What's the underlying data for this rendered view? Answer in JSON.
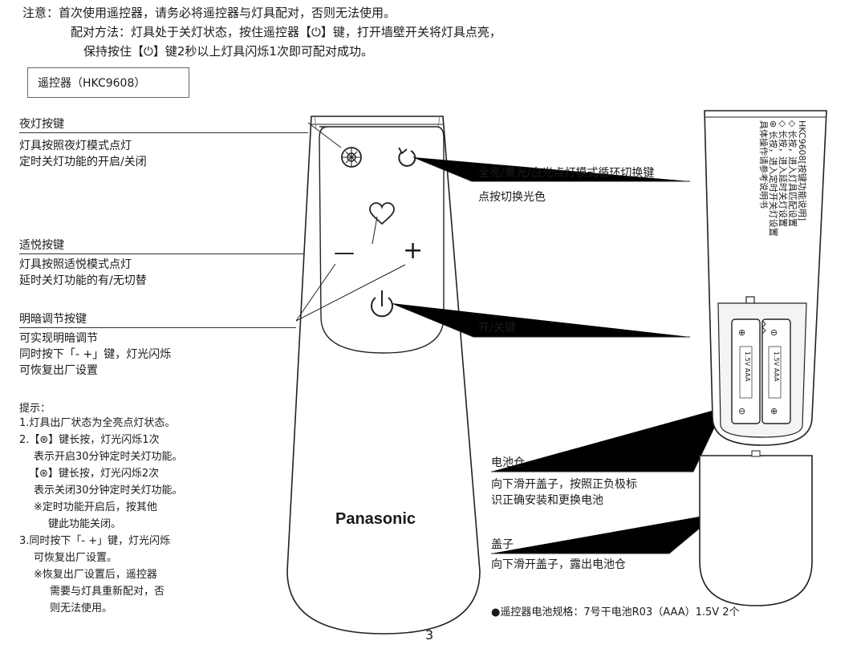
{
  "notice": {
    "line1": "注意：首次使用遥控器，请务必将遥控器与灯具配对，否则无法使用。",
    "line2": "配对方法：灯具处于关灯状态，按住遥控器【⏻】键，打开墙壁开关将灯具点亮，",
    "line3": "保持按住【⏻】键2秒以上灯具闪烁1次即可配对成功。"
  },
  "model_label": "遥控器（HKC9608）",
  "left_labels": {
    "night": {
      "title": "夜灯按键",
      "desc1": "灯具按照夜灯模式点灯",
      "desc2": "定时关灯功能的开启/关闭"
    },
    "comfort": {
      "title": "适悦按键",
      "desc1": "灯具按照适悦模式点灯",
      "desc2": "延时关灯功能的有/无切替"
    },
    "dimming": {
      "title": "明暗调节按键",
      "desc1": "可实现明暗调节",
      "desc2": "同时按下「- +」键，灯光闪烁",
      "desc3": "可恢复出厂设置"
    }
  },
  "tips": {
    "title": "提示：",
    "lines": [
      "1.灯具出厂状态为全亮点灯状态。",
      "2.【⊛】键长按，灯光闪烁1次",
      "表示开启30分钟定时关灯功能。",
      "【⊛】键长按，灯光闪烁2次",
      "表示关闭30分钟定时关灯功能。",
      "※定时功能开启后，按其他",
      "键此功能关闭。",
      "3.同时按下「- +」键，灯光闪烁",
      "可恢复出厂设置。",
      "※恢复出厂设置后，遥控器",
      "需要与灯具重新配对，否",
      "则无法使用。"
    ]
  },
  "right_labels": {
    "cycle": {
      "title": "全亮/黄光/白光点灯模式循环切换键",
      "desc": "点按切换光色"
    },
    "power": {
      "title": "开/关键"
    },
    "battery": {
      "title": "电池仓",
      "desc1": "向下滑开盖子，按照正负极标",
      "desc2": "识正确安装和更换电池"
    },
    "cover": {
      "title": "盖子",
      "desc": "向下滑开盖子，露出电池仓"
    }
  },
  "remote": {
    "brand": "Panasonic",
    "minus": "—",
    "plus": "+"
  },
  "back_label": {
    "l1": "HKC9608[按键功能说明]",
    "l2": "◇ 长按，进入灯具匹配设置",
    "l3": "◇ 长按，进入延时关灯设置",
    "l4": "⊛ 长按，进入定时开关灯设置",
    "l5": "具体操作请参考说明书"
  },
  "battery_marks": {
    "plus": "⊕",
    "minus": "⊖",
    "cell": "1.5V AAA"
  },
  "battery_spec": "●遥控器电池规格：7号干电池R03（AAA）1.5V 2个",
  "page_number": "3"
}
